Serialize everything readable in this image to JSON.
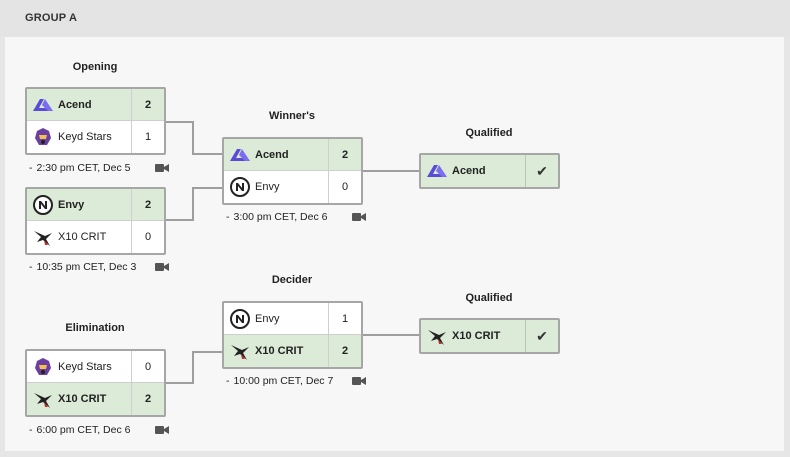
{
  "group": {
    "title": "GROUP A"
  },
  "rounds": {
    "opening": "Opening",
    "winners": "Winner's",
    "qualified_top": "Qualified",
    "elimination": "Elimination",
    "decider": "Decider",
    "qualified_bottom": "Qualified"
  },
  "matches": {
    "opening1": {
      "teams": [
        {
          "name": "Acend",
          "score": "2",
          "logo": "acend-logo",
          "winner": true
        },
        {
          "name": "Keyd Stars",
          "score": "1",
          "logo": "keyd-stars-logo",
          "winner": false
        }
      ],
      "time": "2:30 pm CET, Dec 5"
    },
    "opening2": {
      "teams": [
        {
          "name": "Envy",
          "score": "2",
          "logo": "envy-logo",
          "winner": true
        },
        {
          "name": "X10 CRIT",
          "score": "0",
          "logo": "x10-crit-logo",
          "winner": false
        }
      ],
      "time": "10:35 pm CET, Dec 3"
    },
    "winners": {
      "teams": [
        {
          "name": "Acend",
          "score": "2",
          "logo": "acend-logo",
          "winner": true
        },
        {
          "name": "Envy",
          "score": "0",
          "logo": "envy-logo",
          "winner": false
        }
      ],
      "time": "3:00 pm CET, Dec 6"
    },
    "elimination": {
      "teams": [
        {
          "name": "Keyd Stars",
          "score": "0",
          "logo": "keyd-stars-logo",
          "winner": false
        },
        {
          "name": "X10 CRIT",
          "score": "2",
          "logo": "x10-crit-logo",
          "winner": true
        }
      ],
      "time": "6:00 pm CET, Dec 6"
    },
    "decider": {
      "teams": [
        {
          "name": "Envy",
          "score": "1",
          "logo": "envy-logo",
          "winner": false
        },
        {
          "name": "X10 CRIT",
          "score": "2",
          "logo": "x10-crit-logo",
          "winner": true
        }
      ],
      "time": "10:00 pm CET, Dec 7"
    }
  },
  "qualified": {
    "top": {
      "name": "Acend",
      "logo": "acend-logo",
      "mark": "✔"
    },
    "bottom": {
      "name": "X10 CRIT",
      "logo": "x10-crit-logo",
      "mark": "✔"
    }
  },
  "time_prefix": "-",
  "icons": {
    "video": "video-camera-icon"
  },
  "colors": {
    "winner_bg": "#dcebd7",
    "border": "#a6a6a6",
    "acend": "#5b4ad6",
    "keyd": "#6a3fa0",
    "x10": "#c62828"
  }
}
